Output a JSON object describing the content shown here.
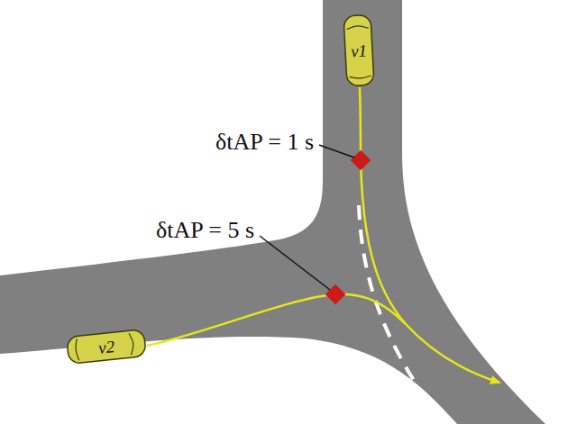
{
  "diagram": {
    "nodes": [
      {
        "text": [
          "ν1"
        ]
      },
      {
        "text": [
          "ν2"
        ]
      }
    ],
    "labels": [
      "δtAP = 1 s",
      "δtAP = 5 s"
    ]
  }
}
